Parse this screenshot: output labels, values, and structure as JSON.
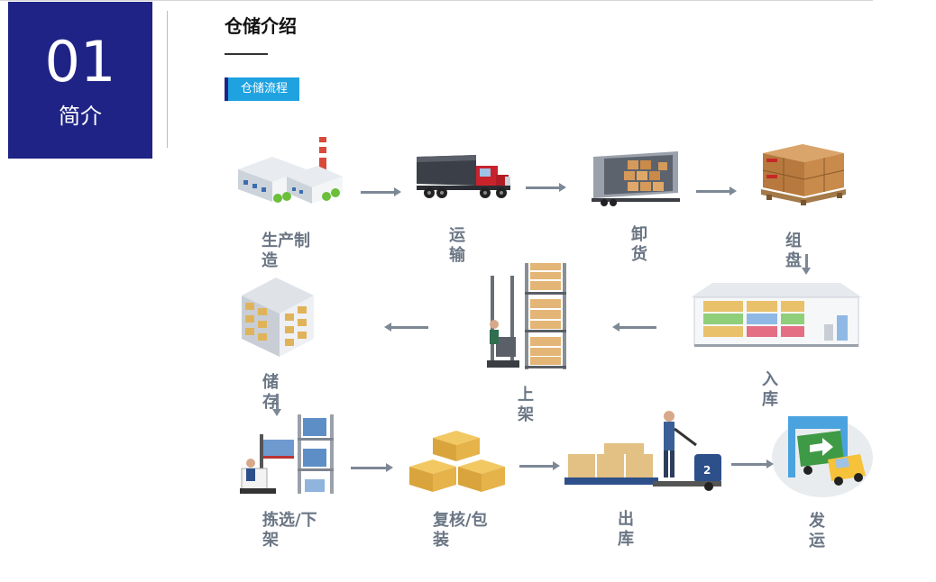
{
  "badge": {
    "number": "01",
    "subtitle": "简介"
  },
  "section": {
    "title": "仓储介绍",
    "tag": "仓储流程"
  },
  "steps": {
    "production": [
      "生产制",
      "造"
    ],
    "transport": [
      "运",
      "输"
    ],
    "unload": [
      "卸",
      "货"
    ],
    "palletize": [
      "组",
      "盘"
    ],
    "inbound": [
      "入",
      "库"
    ],
    "shelving": [
      "上",
      "架"
    ],
    "storage": [
      "储",
      "存"
    ],
    "picking": [
      "拣选/下",
      "架"
    ],
    "recheck": [
      "复核/包",
      "装"
    ],
    "outbound": [
      "出",
      "库"
    ],
    "shipping": [
      "发",
      "运"
    ]
  },
  "forklift_number": "2",
  "colors": {
    "brand_navy": "#1f2385",
    "tag_blue": "#1fa2e0",
    "label_gray": "#6b7685",
    "arrow_gray": "#7d8896"
  }
}
